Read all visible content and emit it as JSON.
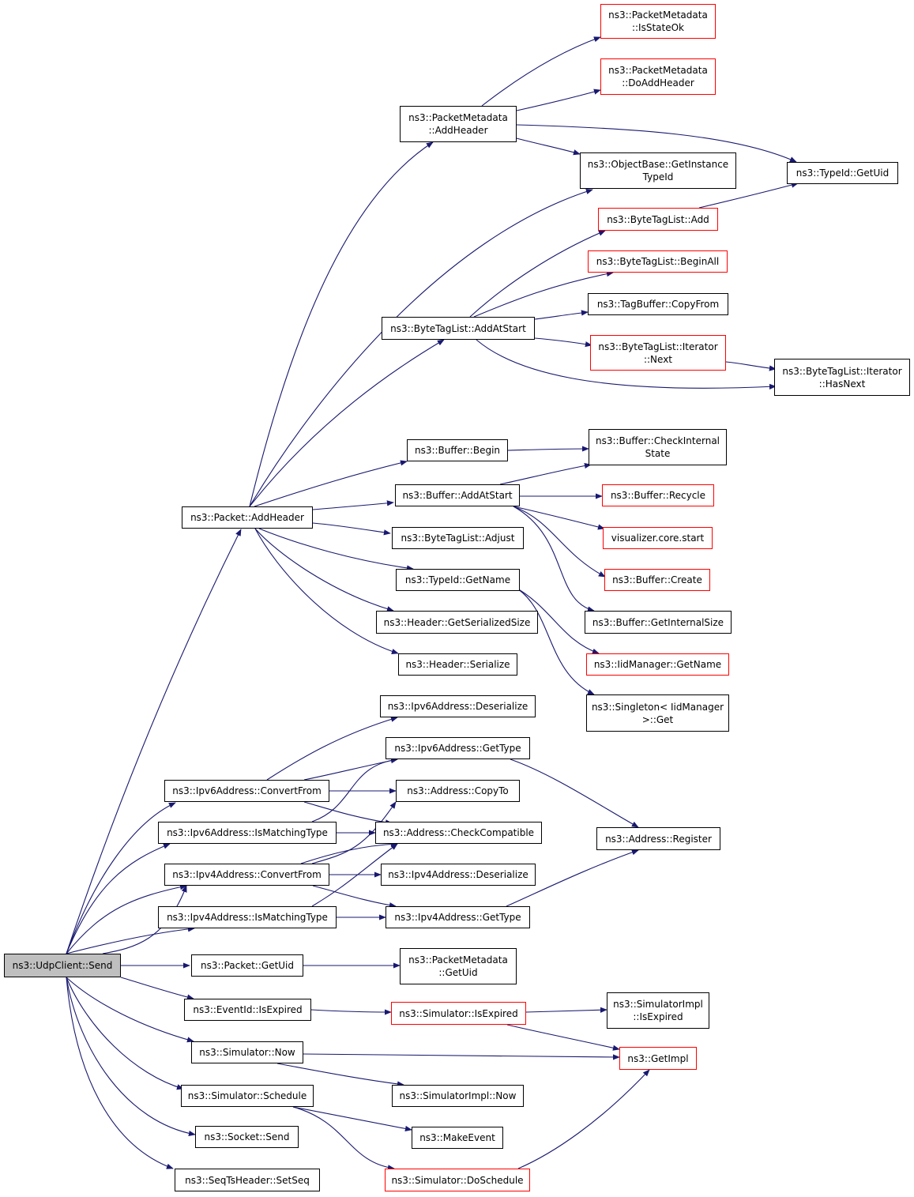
{
  "colors": {
    "edge": "#191970",
    "border": "#000000",
    "red_border": "#ff0000",
    "root_fill": "#bfbfbf"
  },
  "nodes": [
    {
      "id": "udpclient_send",
      "label": "ns3::UdpClient::Send",
      "style": "root"
    },
    {
      "id": "packet_addheader",
      "label": "ns3::Packet::AddHeader",
      "style": "normal"
    },
    {
      "id": "pm_isstateok",
      "label": "ns3::PacketMetadata\n::IsStateOk",
      "style": "red"
    },
    {
      "id": "pm_doaddheader",
      "label": "ns3::PacketMetadata\n::DoAddHeader",
      "style": "red"
    },
    {
      "id": "pm_addheader",
      "label": "ns3::PacketMetadata\n::AddHeader",
      "style": "normal"
    },
    {
      "id": "ob_getinstancetypeid",
      "label": "ns3::ObjectBase::GetInstance\nTypeId",
      "style": "normal"
    },
    {
      "id": "typeid_getuid",
      "label": "ns3::TypeId::GetUid",
      "style": "normal"
    },
    {
      "id": "btl_add",
      "label": "ns3::ByteTagList::Add",
      "style": "red"
    },
    {
      "id": "btl_beginall",
      "label": "ns3::ByteTagList::BeginAll",
      "style": "red"
    },
    {
      "id": "tagbuffer_copyfrom",
      "label": "ns3::TagBuffer::CopyFrom",
      "style": "normal"
    },
    {
      "id": "btl_addatstart",
      "label": "ns3::ByteTagList::AddAtStart",
      "style": "normal"
    },
    {
      "id": "btl_iter_next",
      "label": "ns3::ByteTagList::Iterator\n::Next",
      "style": "red"
    },
    {
      "id": "btl_iter_hasnext",
      "label": "ns3::ByteTagList::Iterator\n::HasNext",
      "style": "normal"
    },
    {
      "id": "buffer_begin",
      "label": "ns3::Buffer::Begin",
      "style": "normal"
    },
    {
      "id": "buffer_checkinternalstate",
      "label": "ns3::Buffer::CheckInternal\nState",
      "style": "normal"
    },
    {
      "id": "buffer_addatstart",
      "label": "ns3::Buffer::AddAtStart",
      "style": "normal"
    },
    {
      "id": "buffer_recycle",
      "label": "ns3::Buffer::Recycle",
      "style": "red"
    },
    {
      "id": "visualizer_core_start",
      "label": "visualizer.core.start",
      "style": "red"
    },
    {
      "id": "btl_adjust",
      "label": "ns3::ByteTagList::Adjust",
      "style": "normal"
    },
    {
      "id": "buffer_create",
      "label": "ns3::Buffer::Create",
      "style": "red"
    },
    {
      "id": "typeid_getname",
      "label": "ns3::TypeId::GetName",
      "style": "normal"
    },
    {
      "id": "buffer_getinternalsize",
      "label": "ns3::Buffer::GetInternalSize",
      "style": "normal"
    },
    {
      "id": "header_getserializedsize",
      "label": "ns3::Header::GetSerializedSize",
      "style": "normal"
    },
    {
      "id": "iidmanager_getname",
      "label": "ns3::IidManager::GetName",
      "style": "red"
    },
    {
      "id": "header_serialize",
      "label": "ns3::Header::Serialize",
      "style": "normal"
    },
    {
      "id": "singleton_get",
      "label": "ns3::Singleton< IidManager\n>::Get",
      "style": "normal"
    },
    {
      "id": "ipv6_deserialize",
      "label": "ns3::Ipv6Address::Deserialize",
      "style": "normal"
    },
    {
      "id": "ipv6_gettype",
      "label": "ns3::Ipv6Address::GetType",
      "style": "normal"
    },
    {
      "id": "ipv6_convertfrom",
      "label": "ns3::Ipv6Address::ConvertFrom",
      "style": "normal"
    },
    {
      "id": "address_copyto",
      "label": "ns3::Address::CopyTo",
      "style": "normal"
    },
    {
      "id": "ipv6_ismatchingtype",
      "label": "ns3::Ipv6Address::IsMatchingType",
      "style": "normal"
    },
    {
      "id": "address_checkcompatible",
      "label": "ns3::Address::CheckCompatible",
      "style": "normal"
    },
    {
      "id": "address_register",
      "label": "ns3::Address::Register",
      "style": "normal"
    },
    {
      "id": "ipv4_convertfrom",
      "label": "ns3::Ipv4Address::ConvertFrom",
      "style": "normal"
    },
    {
      "id": "ipv4_deserialize",
      "label": "ns3::Ipv4Address::Deserialize",
      "style": "normal"
    },
    {
      "id": "ipv4_ismatchingtype",
      "label": "ns3::Ipv4Address::IsMatchingType",
      "style": "normal"
    },
    {
      "id": "ipv4_gettype",
      "label": "ns3::Ipv4Address::GetType",
      "style": "normal"
    },
    {
      "id": "packet_getuid",
      "label": "ns3::Packet::GetUid",
      "style": "normal"
    },
    {
      "id": "pm_getuid",
      "label": "ns3::PacketMetadata\n::GetUid",
      "style": "normal"
    },
    {
      "id": "eventid_isexpired",
      "label": "ns3::EventId::IsExpired",
      "style": "normal"
    },
    {
      "id": "simulator_isexpired",
      "label": "ns3::Simulator::IsExpired",
      "style": "red"
    },
    {
      "id": "simimpl_isexpired",
      "label": "ns3::SimulatorImpl\n::IsExpired",
      "style": "normal"
    },
    {
      "id": "simulator_now",
      "label": "ns3::Simulator::Now",
      "style": "normal"
    },
    {
      "id": "getimpl",
      "label": "ns3::GetImpl",
      "style": "red"
    },
    {
      "id": "simulator_schedule",
      "label": "ns3::Simulator::Schedule",
      "style": "normal"
    },
    {
      "id": "simimpl_now",
      "label": "ns3::SimulatorImpl::Now",
      "style": "normal"
    },
    {
      "id": "socket_send",
      "label": "ns3::Socket::Send",
      "style": "normal"
    },
    {
      "id": "makeevent",
      "label": "ns3::MakeEvent",
      "style": "normal"
    },
    {
      "id": "seqts_setseq",
      "label": "ns3::SeqTsHeader::SetSeq",
      "style": "normal"
    },
    {
      "id": "simulator_doschedule",
      "label": "ns3::Simulator::DoSchedule",
      "style": "red"
    }
  ]
}
